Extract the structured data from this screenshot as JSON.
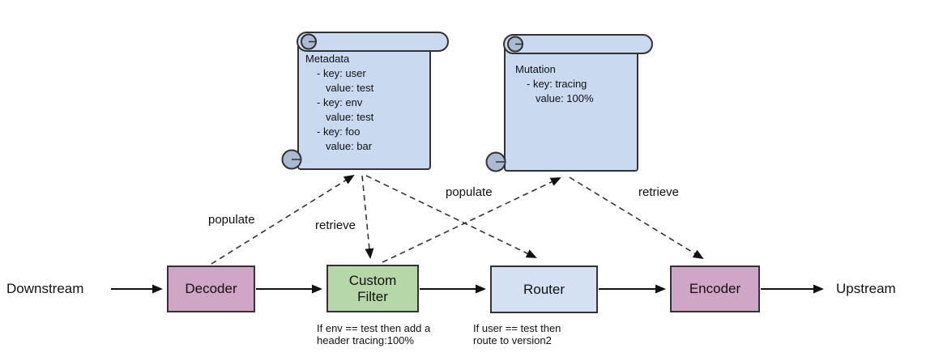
{
  "flow": {
    "downstream_label": "Downstream",
    "upstream_label": "Upstream",
    "nodes": [
      {
        "id": "decoder",
        "label": "Decoder"
      },
      {
        "id": "custom-filter",
        "label": "Custom Filter",
        "caption": "If env == test then add a header tracing:100%"
      },
      {
        "id": "router",
        "label": "Router",
        "caption": "If user == test then route to version2"
      },
      {
        "id": "encoder",
        "label": "Encoder"
      }
    ]
  },
  "scrolls": [
    {
      "title": "Metadata",
      "lines": [
        "- key: user",
        "value: test",
        "- key: env",
        "value: test",
        "- key: foo",
        "value: bar"
      ]
    },
    {
      "title": "Mutation",
      "lines": [
        "- key: tracing",
        "value: 100%"
      ]
    }
  ],
  "edges": [
    {
      "label": "populate",
      "from": "decoder",
      "to": "metadata-scroll"
    },
    {
      "label": "retrieve",
      "from": "metadata-scroll",
      "to": "custom-filter"
    },
    {
      "label": "populate",
      "from": "custom-filter",
      "to": "mutation-scroll"
    },
    {
      "label": "retrieve",
      "from": "mutation-scroll",
      "to": "encoder"
    }
  ],
  "colors": {
    "decoder_fill": "#D0A6C6",
    "filter_fill": "#B6D7A8",
    "router_fill": "#D3E1F3",
    "encoder_fill": "#D0A6C6",
    "scroll_fill": "#C8D9F0"
  }
}
